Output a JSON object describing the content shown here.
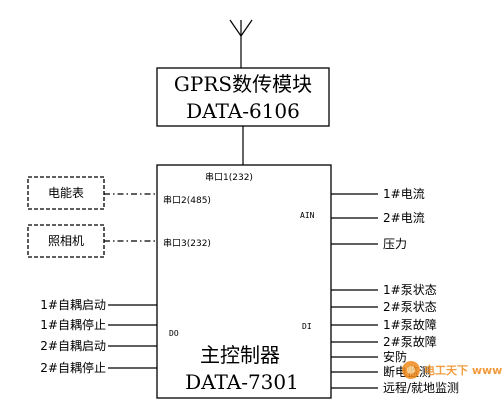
{
  "gprs": {
    "line1": "GPRS数传模块",
    "line2": "DATA-6106"
  },
  "controller": {
    "line1": "主控制器",
    "line2": "DATA-7301"
  },
  "ports": {
    "serial1": "串口1(232)",
    "serial2": "串口2(485)",
    "serial3": "串口3(232)",
    "ain": "AIN",
    "do": "DO",
    "di": "DI"
  },
  "peripherals": {
    "meter": "电能表",
    "camera": "照相机"
  },
  "inputs": [
    "1#电流",
    "2#电流",
    "压力",
    "1#泵状态",
    "2#泵状态",
    "1#泵故障",
    "2#泵故障",
    "安防",
    "断电监测",
    "远程/就地监测"
  ],
  "outputs": [
    "1#自耦启动",
    "1#自耦停止",
    "2#自耦启动",
    "2#自耦停止"
  ],
  "watermark": "电工天下 www.dgjswl.com"
}
